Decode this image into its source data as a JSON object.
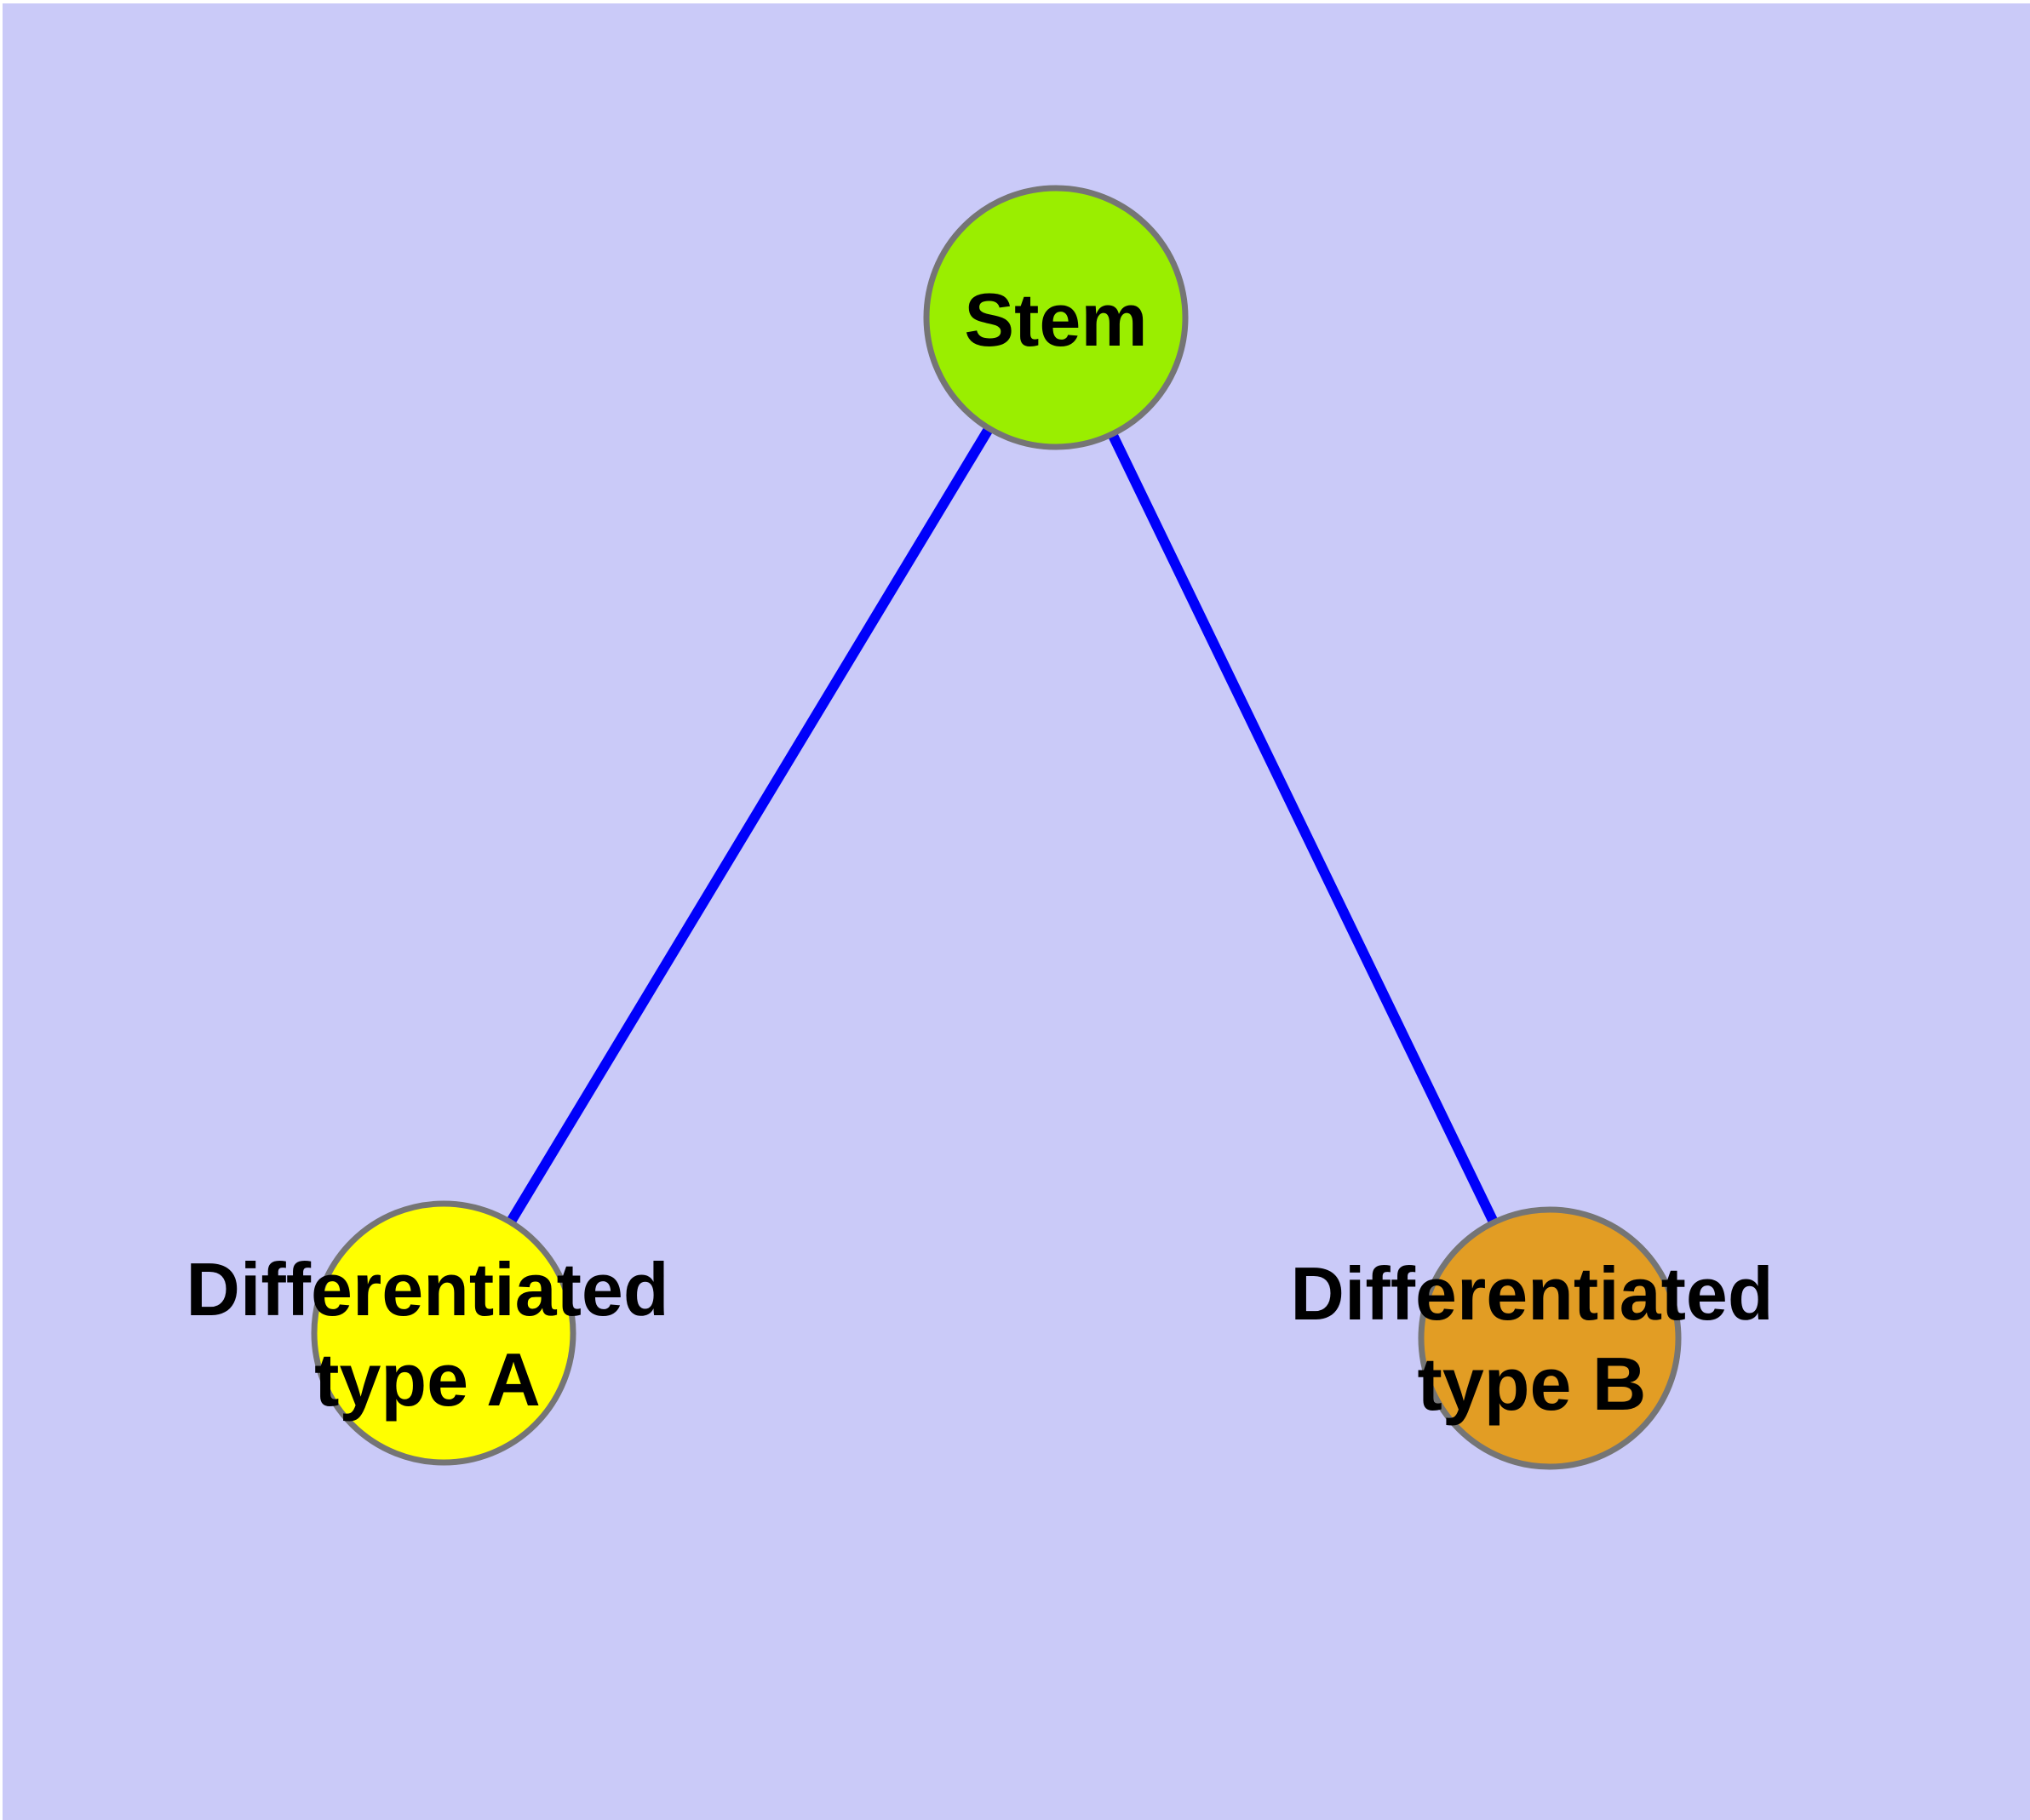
{
  "canvas": {
    "background_color": "#CACAF8",
    "margin_color": "#FFFFFF"
  },
  "graph": {
    "type": "node-link-diagram",
    "edge_color": "#0000FA",
    "node_border_color": "#757575",
    "label_color": "#000000",
    "nodes": [
      {
        "id": "stem",
        "label": "Stem",
        "fill": "#9AEE00"
      },
      {
        "id": "differentiated-type-a",
        "label_line1": "Differentiated",
        "label_line2": "type A",
        "fill": "#FFFF00"
      },
      {
        "id": "differentiated-type-b",
        "label_line1": "Differentiated",
        "label_line2": "type B",
        "fill": "#E29D24"
      }
    ],
    "edges": [
      {
        "from": "Stem",
        "to": "Differentiated type A"
      },
      {
        "from": "Stem",
        "to": "Differentiated type B"
      }
    ]
  }
}
